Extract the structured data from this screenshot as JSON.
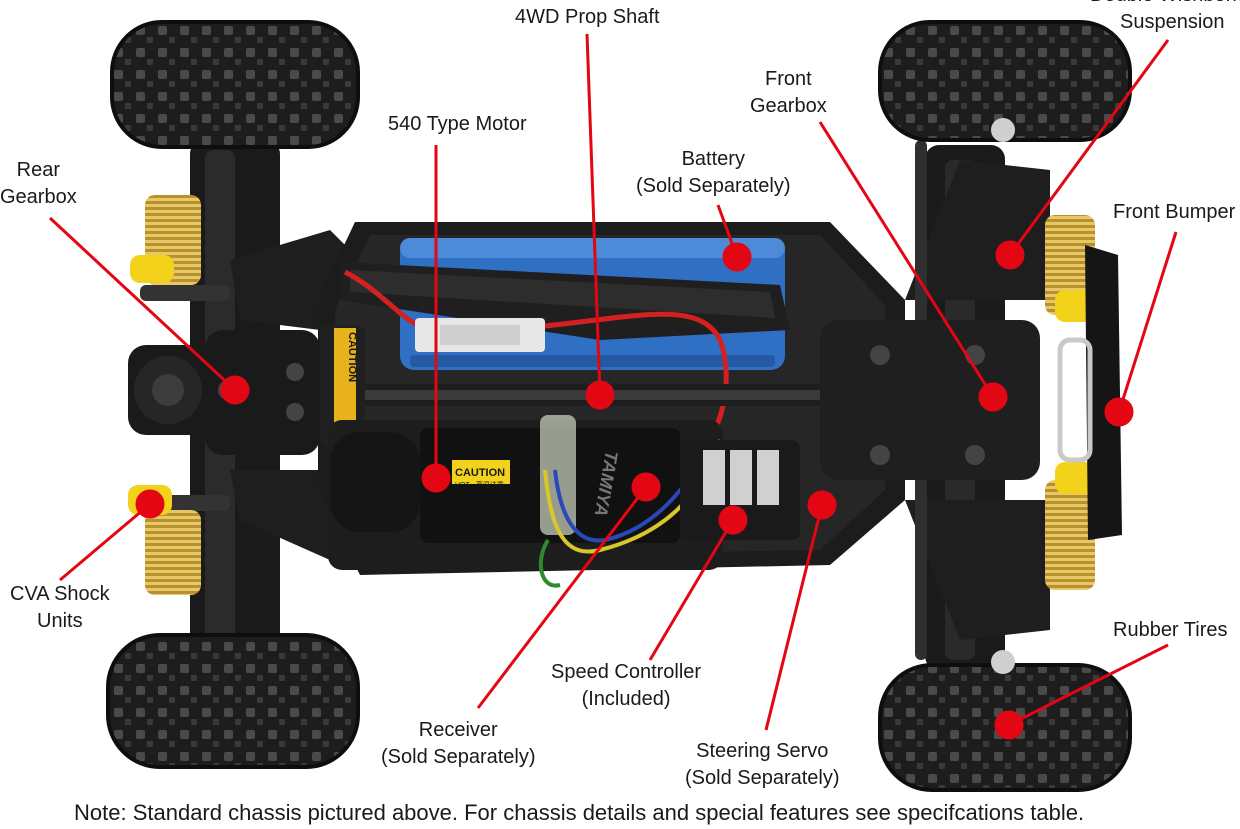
{
  "labels": {
    "prop_shaft": [
      "4WD Prop Shaft"
    ],
    "double_wishbone": [
      "Double Wishbone",
      "Suspension"
    ],
    "front_gearbox": [
      "Front",
      "Gearbox"
    ],
    "motor": [
      "540 Type Motor"
    ],
    "battery": [
      "Battery",
      "(Sold Separately)"
    ],
    "rear_gearbox": [
      "Rear",
      "Gearbox"
    ],
    "front_bumper": [
      "Front Bumper"
    ],
    "cva_shocks": [
      "CVA Shock",
      "Units"
    ],
    "rubber_tires": [
      "Rubber Tires"
    ],
    "speed_controller": [
      "Speed Controller",
      "(Included)"
    ],
    "receiver": [
      "Receiver",
      "(Sold Separately)"
    ],
    "steering_servo": [
      "Steering Servo",
      "(Sold Separately)"
    ]
  },
  "stickers": {
    "caution": "CAUTION",
    "caution_sub": "HOT · 高温注意",
    "motor_caution": "CAUTION",
    "tamiya": "TAMIYA"
  },
  "note": "Note: Standard chassis pictured above. For chassis details and special features see specifcations table.",
  "colors": {
    "callout": "#e30613",
    "chassis": "#1c1c1c",
    "battery": "#2f6fc4",
    "spring": "#d9b44a",
    "shock_cap": "#f2d21b"
  }
}
